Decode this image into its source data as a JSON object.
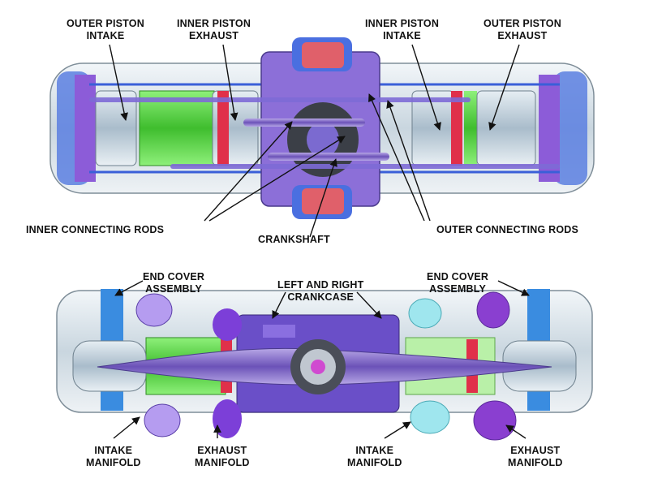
{
  "top_diagram": {
    "labels": {
      "outer_piston_intake": [
        "OUTER PISTON",
        "INTAKE"
      ],
      "inner_piston_exhaust": [
        "INNER PISTON",
        "EXHAUST"
      ],
      "inner_piston_intake": [
        "INNER PISTON",
        "INTAKE"
      ],
      "outer_piston_exhaust": [
        "OUTER PISTON",
        "EXHAUST"
      ],
      "inner_connecting_rods": "INNER CONNECTING RODS",
      "crankshaft": "CRANKSHAFT",
      "outer_connecting_rods": "OUTER CONNECTING RODS"
    }
  },
  "bottom_diagram": {
    "labels": {
      "end_cover_left": [
        "END COVER",
        "ASSEMBLY"
      ],
      "crankcase": [
        "LEFT AND RIGHT",
        "CRANKCASE"
      ],
      "end_cover_right": [
        "END COVER",
        "ASSEMBLY"
      ],
      "intake_manifold_left": [
        "INTAKE",
        "MANIFOLD"
      ],
      "exhaust_manifold_left": [
        "EXHAUST",
        "MANIFOLD"
      ],
      "intake_manifold_right": [
        "INTAKE",
        "MANIFOLD"
      ],
      "exhaust_manifold_right": [
        "EXHAUST",
        "MANIFOLD"
      ]
    }
  },
  "colors": {
    "housing": "#d8e4ec",
    "blue": "#3a5fd8",
    "purple": "#7a4fc8",
    "green": "#5cd64a",
    "red": "#e0304a",
    "cyan": "#9fe6ee",
    "steel": "#8a9aa8"
  }
}
